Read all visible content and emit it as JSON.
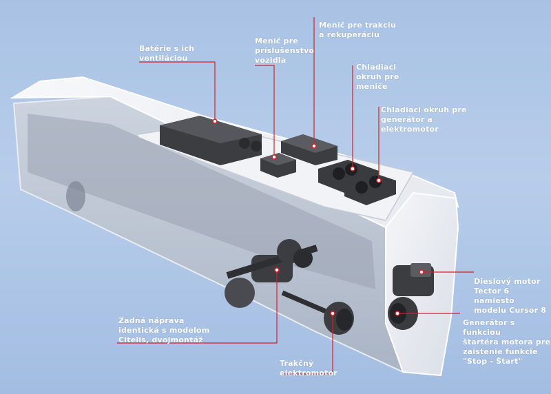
{
  "colors": {
    "background": "#b0c7e6",
    "leader_line": "#d81f26",
    "label_text": "#ffffff",
    "bus_body": "#eef1f5",
    "component": "#3c3d41"
  },
  "labels": {
    "batteries": "Batérie s ich\nventiláciou",
    "aux_converter": "Menič pre\npríslušenstvo\nvozidla",
    "traction_converter": "Menič pre trakciu\na rekuperáciu",
    "cooling_converters": "Chladiaci\nokruh pre\nmeniče",
    "cooling_generator": "Chladiaci okruh pre\ngenerátor a\nelektromotor",
    "diesel_engine": "Dieslový motor\nTector 6 namiesto\nmodelu Cursor 8",
    "generator": "Generátor s funkciou\nštartéra motora pre\nzaistenie funkcie\n\"Stop - Štart\"",
    "rear_axle": "Zadná náprava\nidentická s modelom\nCitelis, dvojmontáž",
    "traction_motor": "Trakčný\nelektromotor"
  }
}
